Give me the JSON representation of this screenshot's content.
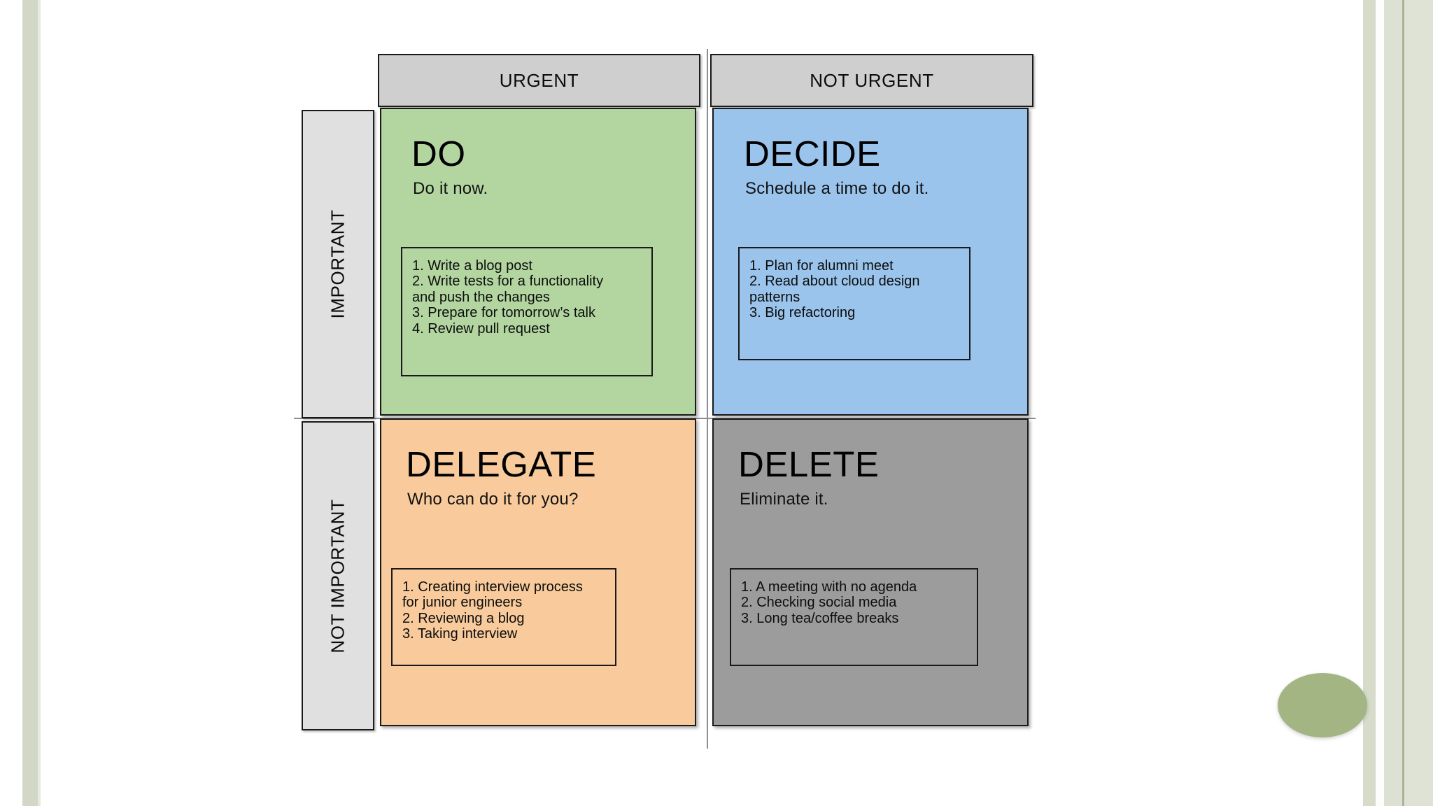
{
  "slide": {
    "background_color": "#ffffff",
    "decoration": {
      "left_stripe_color": "#d3d8c6",
      "right_stripe_colors": [
        "#d6dbca",
        "#fdfdfc",
        "#dde1d3",
        "#aab394",
        "#dfe3d6"
      ],
      "ellipse_color": "#a3b583"
    }
  },
  "matrix": {
    "column_headers": [
      {
        "label": "URGENT",
        "color": "#cfcfcf"
      },
      {
        "label": "NOT URGENT",
        "color": "#cfcfcf"
      }
    ],
    "row_headers": [
      {
        "label": "IMPORTANT",
        "color": "#e0e0e0"
      },
      {
        "label": "NOT IMPORTANT",
        "color": "#e0e0e0"
      }
    ],
    "quadrants": [
      {
        "key": "do",
        "title": "DO",
        "subtitle": "Do it now.",
        "color": "#b3d6a1",
        "tasks": [
          "1. Write a blog post",
          "2. Write tests for a functionality\nand push the changes",
          "3. Prepare for tomorrow’s talk",
          "4. Review pull request"
        ]
      },
      {
        "key": "decide",
        "title": "DECIDE",
        "subtitle": "Schedule a time to do it.",
        "color": "#9ac4ec",
        "tasks": [
          "1. Plan for alumni meet",
          "2. Read about cloud design\npatterns",
          "3. Big refactoring"
        ]
      },
      {
        "key": "delegate",
        "title": "DELEGATE",
        "subtitle": "Who can do it for you?",
        "color": "#f9cb9c",
        "tasks": [
          "1. Creating interview process\nfor junior engineers",
          "2. Reviewing a blog",
          "3. Taking interview"
        ]
      },
      {
        "key": "delete",
        "title": "DELETE",
        "subtitle": "Eliminate it.",
        "color": "#9c9c9c",
        "tasks": [
          "1. A meeting with no agenda",
          "2. Checking social media",
          "3. Long tea/coffee breaks"
        ]
      }
    ]
  }
}
